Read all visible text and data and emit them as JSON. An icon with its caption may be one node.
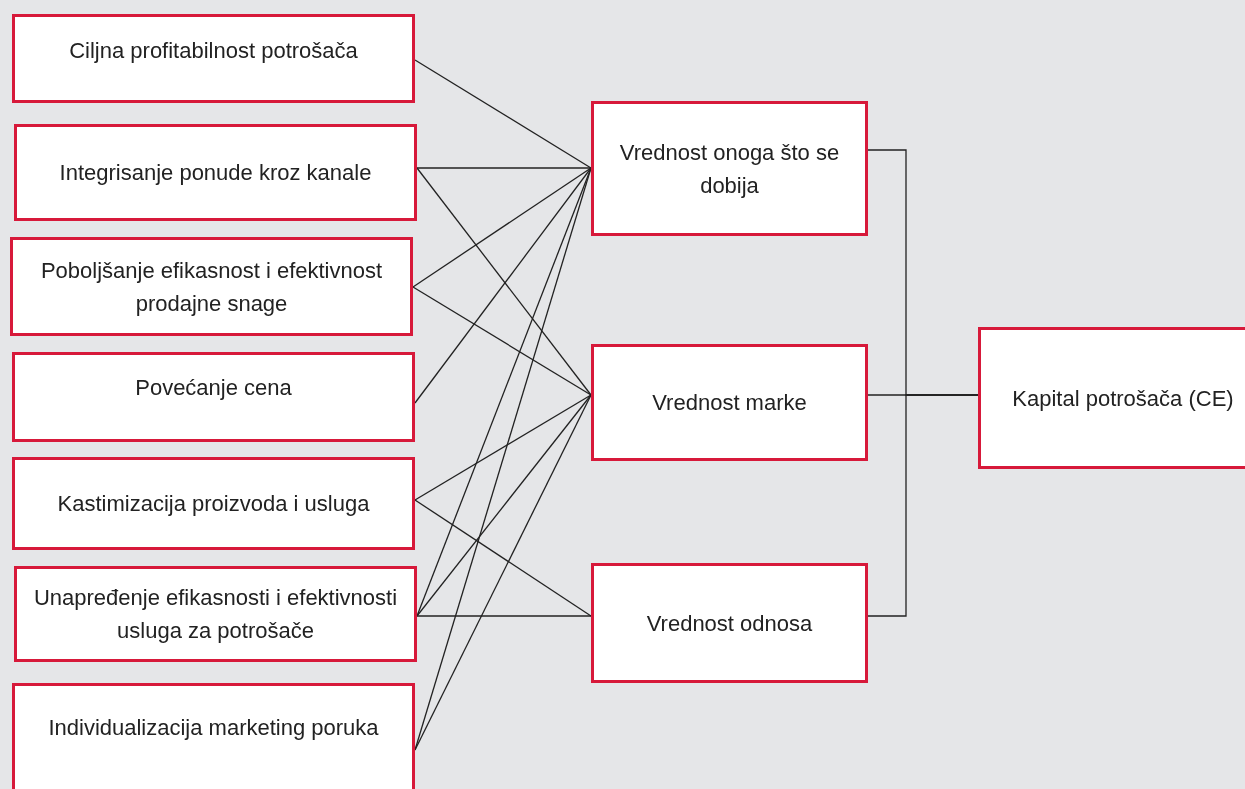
{
  "diagram": {
    "nodes": [
      {
        "text": [
          "Ciljna profitabilnost potrošača"
        ]
      },
      {
        "text": [
          "Integrisanje ponude kroz kanale"
        ]
      },
      {
        "text": [
          "Poboljšanje efikasnost i efektivnost prodajne snage"
        ]
      },
      {
        "text": [
          "Povećanje cena"
        ]
      },
      {
        "text": [
          "Kastimizacija proizvoda i usluga"
        ]
      },
      {
        "text": [
          "Unapređenje efikasnosti i efektivnosti usluga za potrošače"
        ]
      },
      {
        "text": [
          "Individualizacija marketing poruka"
        ]
      },
      {
        "text": [
          "Vrednost onoga što se dobija"
        ]
      },
      {
        "text": [
          "Vrednost marke"
        ]
      },
      {
        "text": [
          "Vrednost odnosa"
        ]
      },
      {
        "text": [
          "Kapital potrošača (CE)"
        ]
      }
    ],
    "edges": [
      {
        "from": 0,
        "to": 7,
        "arrow": "none"
      },
      {
        "from": 1,
        "to": 7,
        "arrow": "none"
      },
      {
        "from": 1,
        "to": 8,
        "arrow": "none"
      },
      {
        "from": 2,
        "to": 7,
        "arrow": "none"
      },
      {
        "from": 2,
        "to": 8,
        "arrow": "none"
      },
      {
        "from": 3,
        "to": 7,
        "arrow": "none"
      },
      {
        "from": 4,
        "to": 8,
        "arrow": "none"
      },
      {
        "from": 4,
        "to": 9,
        "arrow": "none"
      },
      {
        "from": 5,
        "to": 7,
        "arrow": "none"
      },
      {
        "from": 5,
        "to": 8,
        "arrow": "none"
      },
      {
        "from": 5,
        "to": 9,
        "arrow": "none"
      },
      {
        "from": 6,
        "to": 7,
        "arrow": "none"
      },
      {
        "from": 6,
        "to": 8,
        "arrow": "none"
      },
      {
        "from": 7,
        "to": 10,
        "arrow": "none"
      },
      {
        "from": 8,
        "to": 10,
        "arrow": "none"
      },
      {
        "from": 9,
        "to": 10,
        "arrow": "none"
      }
    ]
  }
}
